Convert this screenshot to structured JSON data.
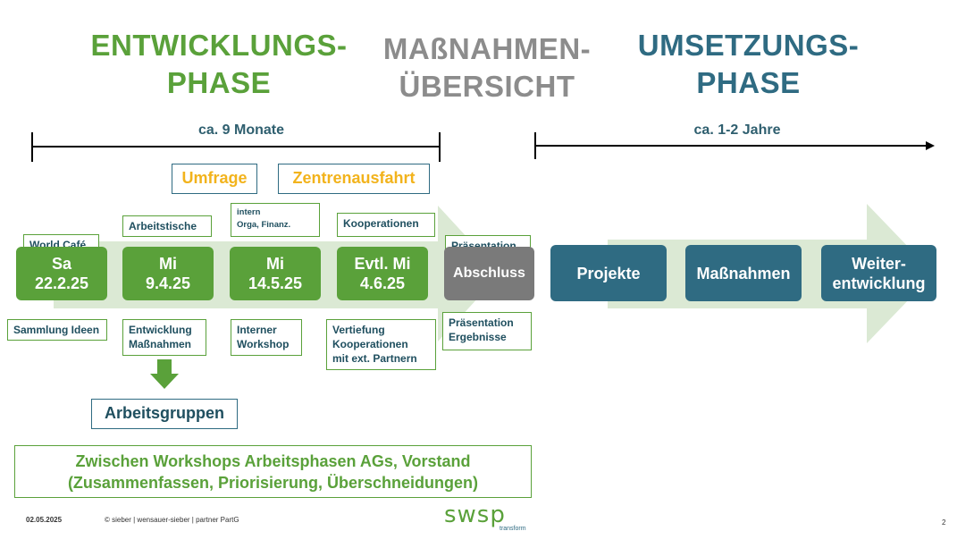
{
  "phases": {
    "development": {
      "line1": "ENTWICKLUNGS-",
      "line2": "PHASE"
    },
    "overview": {
      "line1": "MAßNAHMEN-",
      "line2": "ÜBERSICHT"
    },
    "implementation": {
      "line1": "UMSETZUNGS-",
      "line2": "PHASE"
    }
  },
  "durations": {
    "development": "ca. 9 Monate",
    "implementation": "ca. 1-2 Jahre"
  },
  "top_boxes": {
    "survey": "Umfrage",
    "center_trip": "Zentrenausfahrt"
  },
  "milestones": [
    {
      "day": "Sa",
      "date": "22.2.25",
      "above": "World Café",
      "below": "Sammlung Ideen"
    },
    {
      "day": "Mi",
      "date": "9.4.25",
      "above": "Arbeitstische",
      "below_line1": "Entwicklung",
      "below_line2": "Maßnahmen"
    },
    {
      "day": "Mi",
      "date": "14.5.25",
      "above_line1": "intern",
      "above_line2": "Orga,  Finanz.",
      "below_line1": "Interner",
      "below_line2": "Workshop"
    },
    {
      "day": "Evtl. Mi",
      "date": "4.6.25",
      "above": "Kooperationen",
      "below_line1": "Vertiefung",
      "below_line2": "Kooperationen",
      "below_line3": "mit  ext. Partnern"
    }
  ],
  "final": {
    "label": "Abschluss",
    "above": "Präsentation",
    "below_line1": "Präsentation",
    "below_line2": "Ergebnisse"
  },
  "implementation_steps": {
    "projects": "Projekte",
    "measures": "Maßnahmen",
    "further_line1": "Weiter-",
    "further_line2": "entwicklung"
  },
  "working_groups": "Arbeitsgruppen",
  "bottom_note": {
    "line1": "Zwischen Workshops Arbeitsphasen AGs, Vorstand",
    "line2": "(Zusammenfassen, Priorisierung, Überschneidungen)"
  },
  "footer": {
    "date": "02.05.2025",
    "copyright": "© sieber | wensauer-sieber | partner PartG",
    "logo": "swsp",
    "logo_sub": "transform",
    "page": "2"
  },
  "colors": {
    "green": "#5aa13a",
    "teal": "#2f6b82",
    "gray": "#7a7a7a",
    "yellow": "#f2b31c",
    "arrow": "#dbe9d4"
  }
}
